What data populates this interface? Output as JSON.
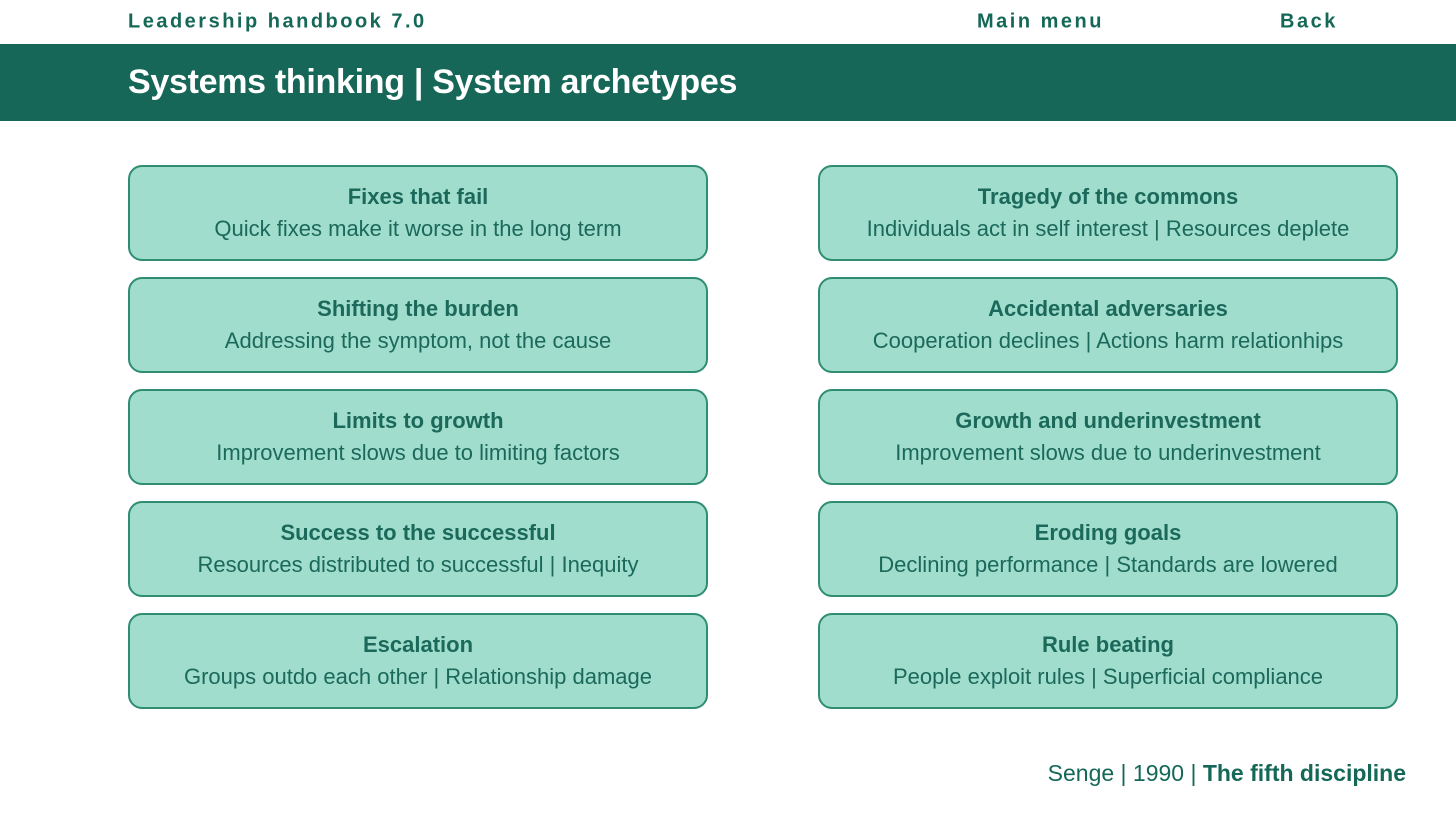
{
  "top_bar": {
    "app_title": "Leadership handbook 7.0",
    "main_menu_label": "Main menu",
    "back_label": "Back"
  },
  "banner": {
    "title": "Systems thinking | System archetypes"
  },
  "columns": {
    "left": [
      {
        "title": "Fixes that fail",
        "subtitle": "Quick fixes make it worse in the long term"
      },
      {
        "title": "Shifting the burden",
        "subtitle": "Addressing the symptom, not the cause"
      },
      {
        "title": "Limits to growth",
        "subtitle": "Improvement slows due to limiting factors"
      },
      {
        "title": "Success to the successful",
        "subtitle": "Resources distributed to successful | Inequity"
      },
      {
        "title": "Escalation",
        "subtitle": "Groups outdo each other | Relationship damage"
      }
    ],
    "right": [
      {
        "title": "Tragedy of the commons",
        "subtitle": "Individuals act in self interest | Resources deplete"
      },
      {
        "title": "Accidental adversaries",
        "subtitle": "Cooperation declines | Actions harm relationhips"
      },
      {
        "title": "Growth and underinvestment",
        "subtitle": "Improvement slows due to underinvestment"
      },
      {
        "title": "Eroding goals",
        "subtitle": "Declining performance | Standards are lowered"
      },
      {
        "title": "Rule beating",
        "subtitle": "People exploit rules | Superficial compliance"
      }
    ]
  },
  "footer": {
    "prefix": "Senge | 1990 | ",
    "book": "The fifth discipline"
  },
  "colors": {
    "banner_bg": "#166757",
    "accent_text": "#156857",
    "card_bg": "#a0ddcc",
    "card_border": "#2f8e72",
    "card_text": "#1b695b",
    "banner_text": "#ffffff"
  }
}
